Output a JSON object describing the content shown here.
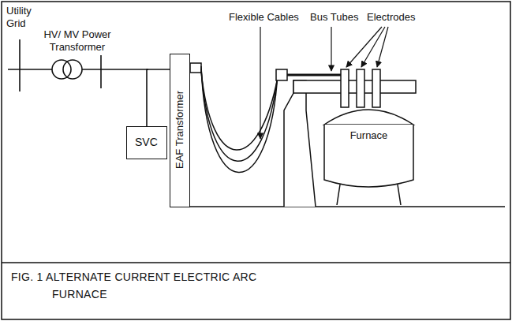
{
  "diagram": {
    "caption": "FIG. 1 ALTERNATE CURRENT ELECTRIC ARC FURNACE",
    "nodes": [
      {
        "text": [
          "EAF Transformer"
        ]
      },
      {
        "text": [
          "Furnace"
        ]
      },
      {
        "text": [
          "SVC"
        ]
      }
    ],
    "edges": [
      {
        "from": 2,
        "to": 0,
        "arrow": "none"
      }
    ],
    "labels": [
      "Utility Grid",
      "HV/ MV Power Transformer",
      "Flexible Cables",
      "Bus Tubes",
      "Electrodes"
    ]
  }
}
